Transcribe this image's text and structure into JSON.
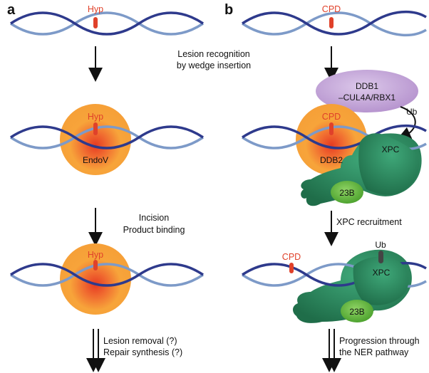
{
  "panel_a": {
    "letter": "a",
    "lesion": "Hyp",
    "enzyme": "EndoV",
    "step1": [
      "Lesion recognition",
      "by wedge insertion"
    ],
    "step2": [
      "Incision",
      "Product binding"
    ],
    "step3": [
      "Lesion removal (?)",
      "Repair synthesis (?)"
    ]
  },
  "panel_b": {
    "letter": "b",
    "lesion": "CPD",
    "complex": [
      "DDB1",
      "–CUL4A/RBX1"
    ],
    "ubiquitin": "Ub",
    "ddb2": "DDB2",
    "xpc": "XPC",
    "rad23b": "23B",
    "step2": "XPC recruitment",
    "step3": [
      "Progression through",
      "the NER pathway"
    ]
  },
  "colors": {
    "dna_dark": "#2e3a8c",
    "dna_light": "#7d9ac8",
    "lesion": "#e0412a",
    "protein_orange": "#f7a43a",
    "protein_core": "#ee5a2c",
    "ddb1_purple": "#c4a8d6",
    "xpc_green": "#2f8a5e",
    "rad23b_green": "#6cbd45",
    "ub_gray": "#444444"
  }
}
